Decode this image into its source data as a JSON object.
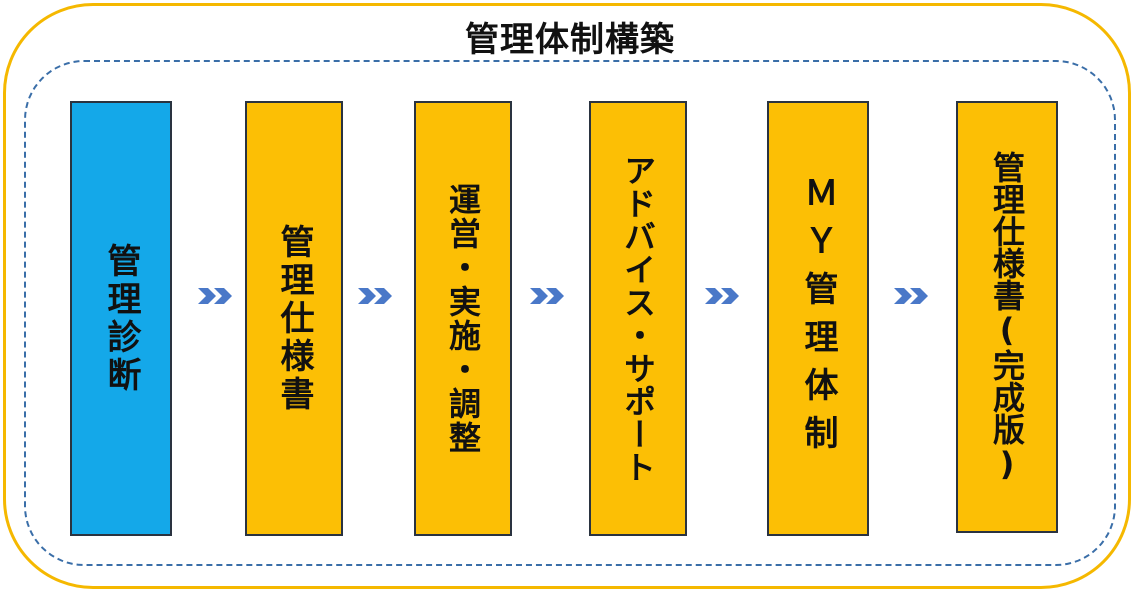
{
  "title": "管理体制構築",
  "steps": [
    {
      "label": "管理診断",
      "color": "#14a8e9"
    },
    {
      "label": "管理仕様書",
      "color": "#fcbf05"
    },
    {
      "label": "運営・実施・調整",
      "color": "#fcbf05"
    },
    {
      "label": "アドバイス・サポート",
      "color": "#fcbf05"
    },
    {
      "label": "ＭＹ管理体制",
      "color": "#fcbf05"
    },
    {
      "label": "管理仕様書(完成版)",
      "color": "#fcbf05"
    }
  ],
  "arrow_icon": "double-chevron-right-icon",
  "colors": {
    "outer_border": "#f5b800",
    "inner_border": "#3a6ea8",
    "arrow": "#4a78c8"
  }
}
